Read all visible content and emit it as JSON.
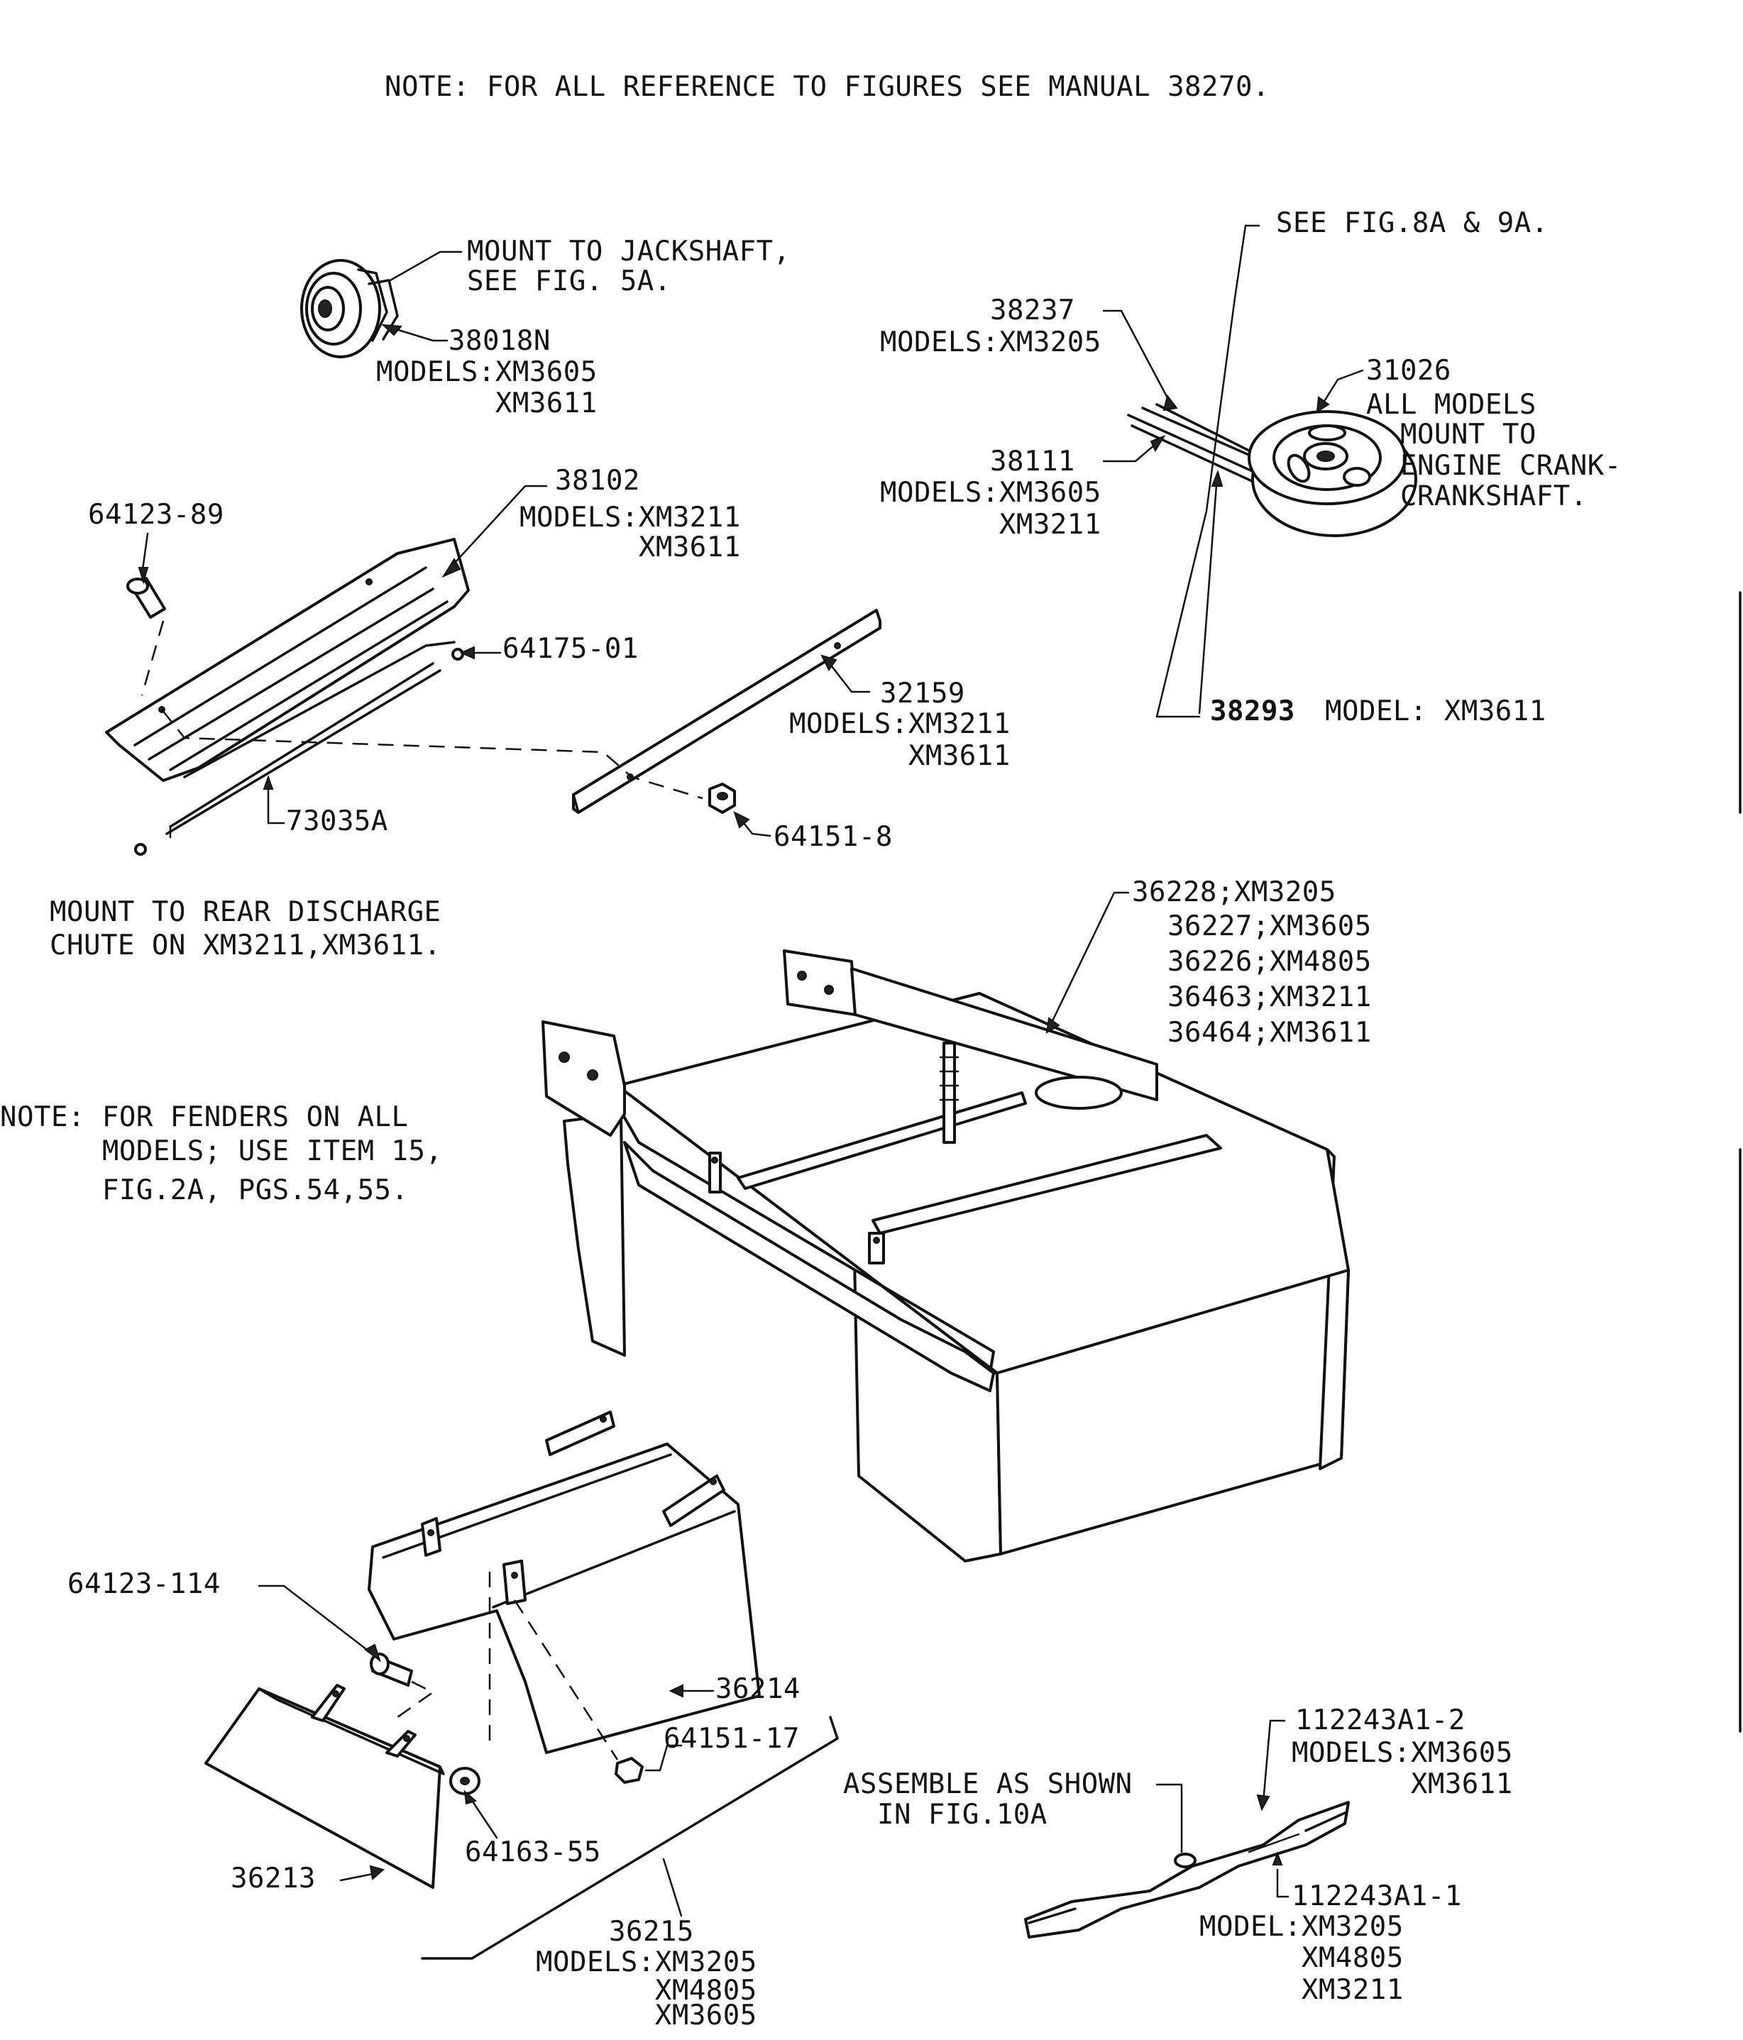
{
  "header_note": "NOTE: FOR ALL REFERENCE TO FIGURES SEE MANUAL 38270.",
  "fender_note": [
    "NOTE: FOR FENDERS ON ALL",
    "      MODELS; USE ITEM 15,",
    "      FIG.2A, PGS.54,55."
  ],
  "callouts": {
    "pulley_jackshaft_note": [
      "MOUNT TO JACKSHAFT,",
      "SEE FIG. 5A."
    ],
    "p38018N": [
      "38018N",
      "MODELS:XM3605",
      "       XM3611"
    ],
    "p38102": [
      "38102",
      "MODELS:XM3211",
      "       XM3611"
    ],
    "p64123_89": "64123-89",
    "p64175_01": "64175-01",
    "p32159": [
      "32159",
      "MODELS:XM3211",
      "       XM3611"
    ],
    "p73035A": "73035A",
    "p64151_8": "64151-8",
    "rear_chute_note": [
      "MOUNT TO REAR DISCHARGE",
      "CHUTE ON XM3211,XM3611."
    ],
    "see_fig": "SEE FIG.8A & 9A.",
    "p38237": [
      "38237",
      "MODELS:XM3205"
    ],
    "p38111": [
      "38111",
      "MODELS:XM3605",
      "       XM3211"
    ],
    "p31026": [
      "31026",
      "ALL MODELS",
      "  MOUNT TO",
      "  ENGINE CRANK-",
      "  CRANKSHAFT."
    ],
    "p38293_num": "38293",
    "p38293_model": "MODEL: XM3611",
    "deck_parts": [
      "36228;XM3205",
      "36227;XM3605",
      "36226;XM4805",
      "36463;XM3211",
      "36464;XM3611"
    ],
    "p64123_114": "64123-114",
    "p36214": "36214",
    "p64151_17": "64151-17",
    "p64163_55": "64163-55",
    "p36213": "36213",
    "p36215": [
      "36215",
      "MODELS:XM3205",
      "       XM4805",
      "       XM3605"
    ],
    "assemble_note": [
      "ASSEMBLE AS SHOWN",
      "  IN FIG.10A"
    ],
    "p112243A1_2": [
      "112243A1-2",
      "MODELS:XM3605",
      "       XM3611"
    ],
    "p112243A1_1": [
      "112243A1-1",
      "MODEL:XM3205",
      "      XM4805",
      "      XM3211"
    ]
  }
}
